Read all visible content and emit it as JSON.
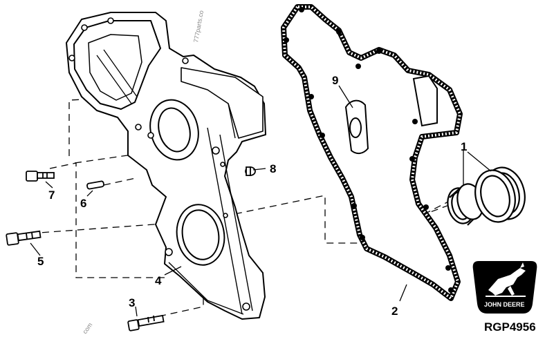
{
  "callouts": {
    "c1": "1",
    "c2": "2",
    "c3": "3",
    "c4": "4",
    "c5": "5",
    "c6": "6",
    "c7": "7",
    "c8": "8",
    "c9": "9"
  },
  "figure_code": "RGP4956",
  "logo": {
    "brand": "JOHN DEERE"
  },
  "watermarks": {
    "top": "777parts.co",
    "bottom": "com"
  }
}
